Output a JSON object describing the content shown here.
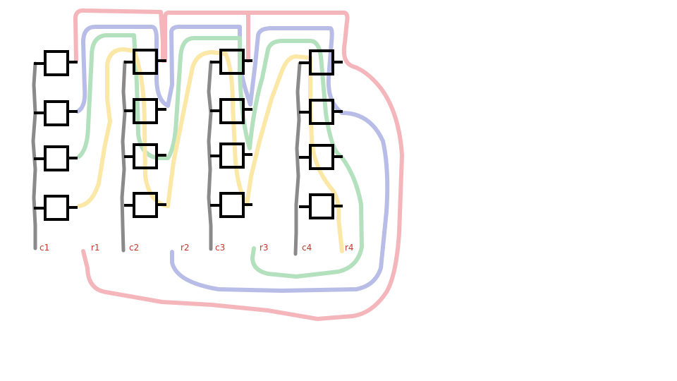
{
  "colors": {
    "background": "#ffffff",
    "label": "#c0392b",
    "switch": "#000000",
    "column_wire": "#8a8a8a",
    "row1_wire": "#f4b6bb",
    "row2_wire": "#b8bde8",
    "row3_wire": "#b3e0bd",
    "row4_wire": "#fbe7a6"
  },
  "labels": {
    "c1": "c1",
    "r1": "r1",
    "c2": "c2",
    "r2": "r2",
    "c3": "c3",
    "r3": "r3",
    "c4": "c4",
    "r4": "r4"
  }
}
